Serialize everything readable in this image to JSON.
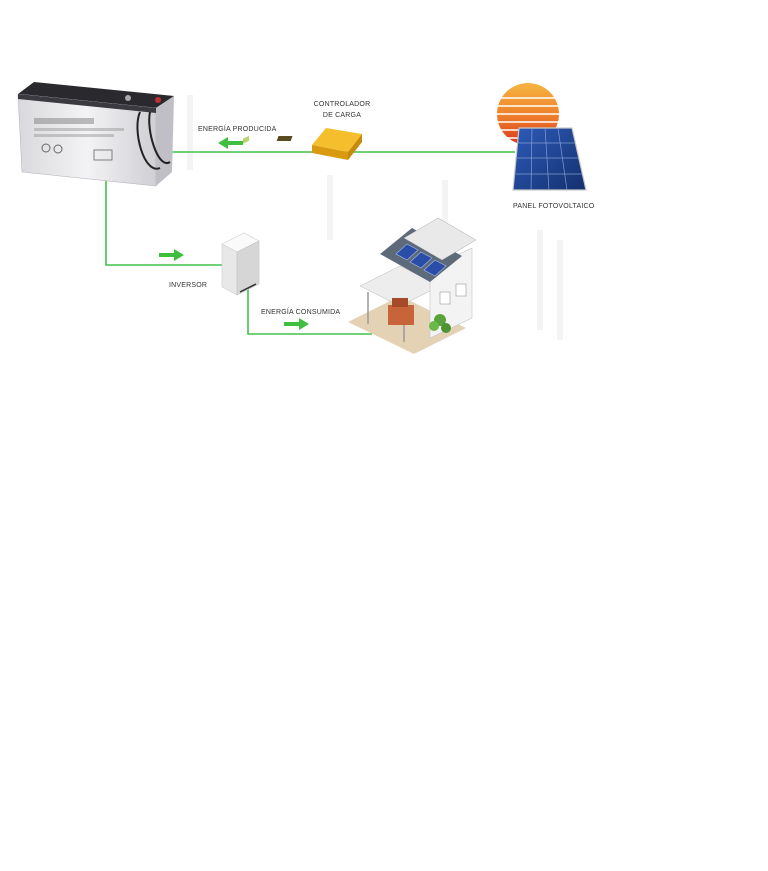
{
  "diagram": {
    "labels": {
      "energia_producida": "ENERGÍA PRODUCIDA",
      "controlador_line1": "CONTROLADOR",
      "controlador_line2": "DE CARGA",
      "panel": "PANEL FOTOVOLTAICO",
      "inversor": "INVERSOR",
      "energia_consumida": "ENERGÍA CONSUMIDA"
    },
    "colors": {
      "wire": "#44c24a",
      "arrow": "#3fbf3f",
      "sun_top": "#f2a93a",
      "sun_bottom": "#d8431f",
      "panel": "#1d3f8f",
      "battery_body": "#e9e9ec",
      "battery_top": "#2a2a2e",
      "controller": "#f3b21b",
      "inverter": "#f2f2f2"
    },
    "icons": [
      "battery-icon",
      "charge-controller-icon",
      "sun-icon",
      "solar-panel-icon",
      "inverter-icon",
      "house-icon"
    ]
  }
}
